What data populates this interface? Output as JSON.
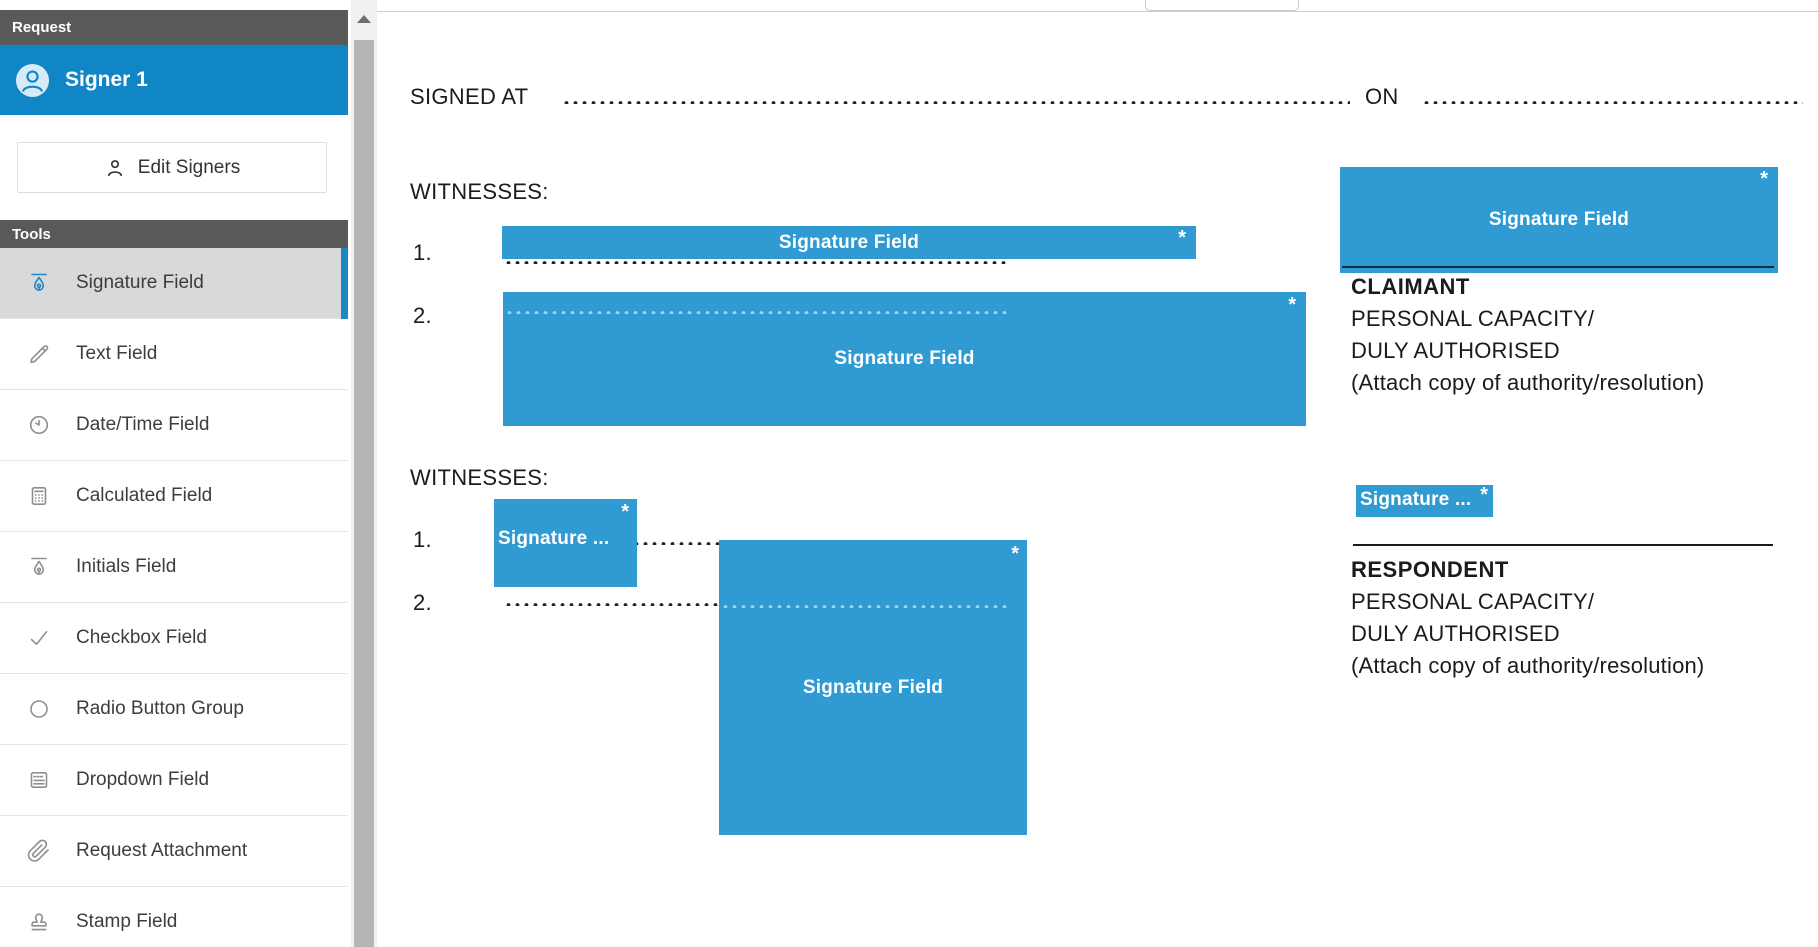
{
  "sidebar": {
    "request_header": "Request",
    "signer_label": "Signer 1",
    "edit_signers_label": "Edit Signers",
    "tools_header": "Tools",
    "tools": [
      {
        "label": "Signature Field",
        "icon": "pen-nib-icon",
        "selected": true
      },
      {
        "label": "Text Field",
        "icon": "pencil-icon",
        "selected": false
      },
      {
        "label": "Date/Time Field",
        "icon": "clock-icon",
        "selected": false
      },
      {
        "label": "Calculated Field",
        "icon": "calculator-icon",
        "selected": false
      },
      {
        "label": "Initials Field",
        "icon": "pen-nib-icon",
        "selected": false
      },
      {
        "label": "Checkbox Field",
        "icon": "checkmark-icon",
        "selected": false
      },
      {
        "label": "Radio Button Group",
        "icon": "circle-icon",
        "selected": false
      },
      {
        "label": "Dropdown Field",
        "icon": "dropdown-icon",
        "selected": false
      },
      {
        "label": "Request Attachment",
        "icon": "paperclip-icon",
        "selected": false
      },
      {
        "label": "Stamp Field",
        "icon": "stamp-icon",
        "selected": false
      }
    ]
  },
  "document": {
    "signed_at_label": "SIGNED AT",
    "on_label": "ON",
    "witnesses_top": {
      "heading": "WITNESSES:",
      "item1": "1.",
      "item2": "2."
    },
    "witnesses_bottom": {
      "heading": "WITNESSES:",
      "item1": "1.",
      "item2": "2."
    },
    "claimant": {
      "title": "CLAIMANT",
      "line1": "PERSONAL CAPACITY/",
      "line2": "DULY AUTHORISED",
      "line3": "(Attach copy of authority/resolution)"
    },
    "respondent": {
      "title": "RESPONDENT",
      "line1": "PERSONAL CAPACITY/",
      "line2": "DULY AUTHORISED",
      "line3": "(Attach copy of authority/resolution)"
    },
    "fields": {
      "signature_label": "Signature Field",
      "signature_label_truncated": "Signature ...",
      "required_marker": "*"
    }
  },
  "colors": {
    "accent_blue": "#1186c7",
    "field_blue": "#309bd3",
    "header_gray": "#595959",
    "selected_gray": "#d9d9d9"
  }
}
